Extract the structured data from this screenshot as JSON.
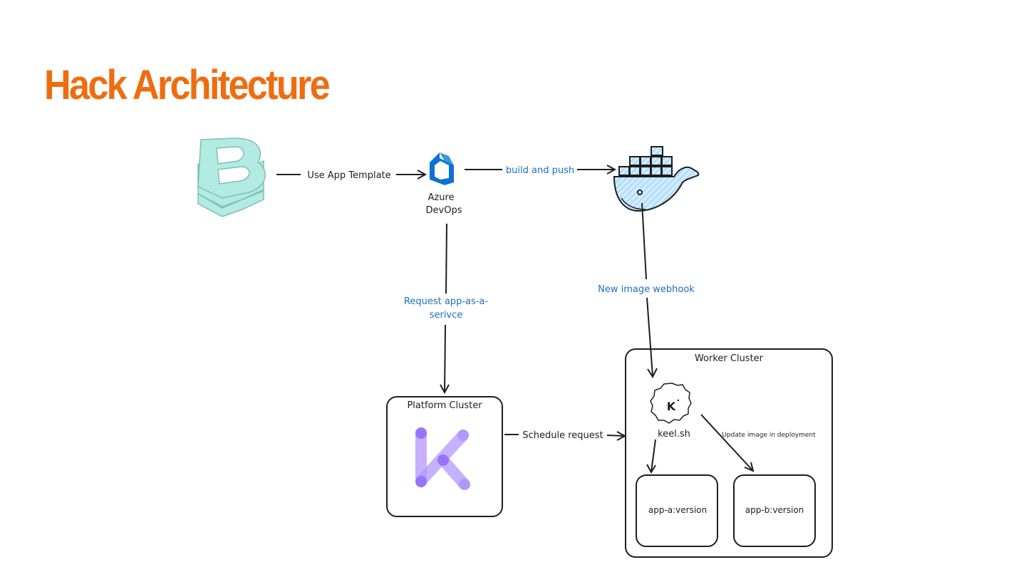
{
  "title": "Hack Architecture",
  "nodes": {
    "azure_devops": [
      "Azure",
      "DevOps"
    ],
    "platform_cluster": "Platform Cluster",
    "worker_cluster": "Worker Cluster",
    "keel": "keel.sh",
    "keel_logo_text": "K",
    "app_a": "app-a:version",
    "app_b": "app-b:version"
  },
  "edges": {
    "use_template": "Use App Template",
    "build_push": "build and push",
    "request_service": [
      "Request app-as-a-",
      "serivce"
    ],
    "new_image": "New image webhook",
    "schedule": "Schedule request",
    "update_image": "Update image in deployment"
  },
  "colors": {
    "title": "#ee6d10",
    "ink": "#1e1e1e",
    "edge_label_blue": "#1971c2",
    "backstage": "#b2ebe3",
    "azure": "#0a72d6",
    "docker_fill": "#a5d8ff",
    "kratix": "#9775fa"
  },
  "icons": {
    "template_source": "backstage-logo-icon",
    "pipeline": "azure-devops-icon",
    "registry": "docker-whale-icon",
    "platform": "kratix-logo-icon",
    "updater": "keel-logo-icon"
  }
}
